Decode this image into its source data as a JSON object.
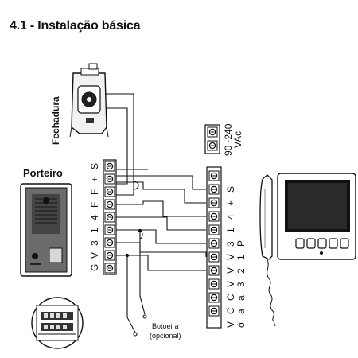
{
  "title": "4.1 - Instalação básica",
  "labels": {
    "lock": "Fechadura",
    "doorphone": "Porteiro",
    "power": [
      "90~240",
      "VAc"
    ],
    "button": [
      "Botoeira",
      "(opcional)"
    ]
  },
  "left_terminals": [
    "G",
    "V",
    "3",
    "1",
    "4",
    "F",
    "F",
    "+",
    "S"
  ],
  "right_terminals_col1": [
    "V",
    "C",
    "C",
    "V",
    "V",
    "V",
    "3",
    "1",
    "4",
    "+",
    "S"
  ],
  "right_terminals_col2": [
    "ó",
    "a",
    "a",
    "3",
    "2",
    "1",
    "P",
    "",
    "",
    "",
    ""
  ]
}
